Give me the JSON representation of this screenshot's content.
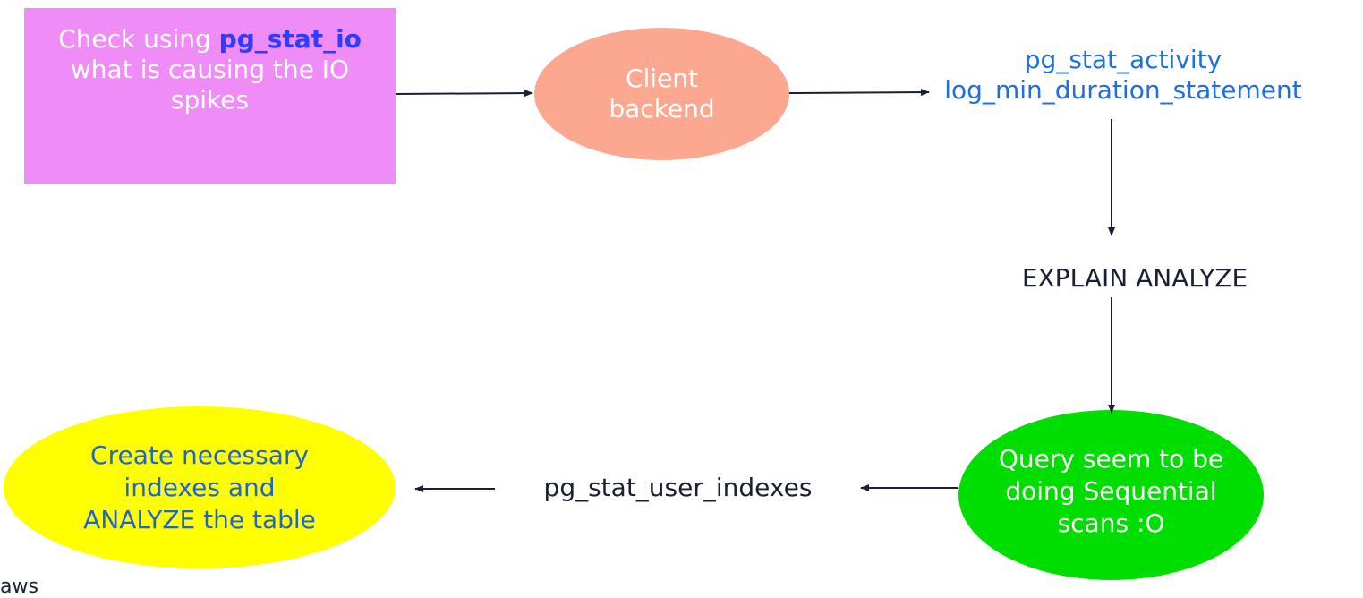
{
  "nodes": {
    "check": {
      "prefix": "Check using ",
      "highlight": "pg_stat_io",
      "line2": "what is causing the IO",
      "line3": "spikes"
    },
    "client": {
      "line1": "Client",
      "line2": "backend"
    },
    "activity": {
      "line1": "pg_stat_activity",
      "line2": "log_min_duration_statement"
    },
    "explain": {
      "label": "EXPLAIN ANALYZE"
    },
    "query": {
      "line1": "Query seem to be",
      "line2": "doing Sequential",
      "line3": "scans :O"
    },
    "user_indexes": {
      "label": "pg_stat_user_indexes"
    },
    "create": {
      "line1": "Create necessary",
      "line2": "indexes and",
      "line3": "ANALYZE the table"
    }
  },
  "footer": {
    "logo_text": "aws"
  },
  "colors": {
    "check_fill": "#f08cf8",
    "check_highlight": "#2f3bff",
    "client_fill": "#fca891",
    "query_fill": "#00dd00",
    "create_fill": "#ffff00",
    "blue_text": "#1f6fe0",
    "dark_text": "#1a1f36"
  }
}
